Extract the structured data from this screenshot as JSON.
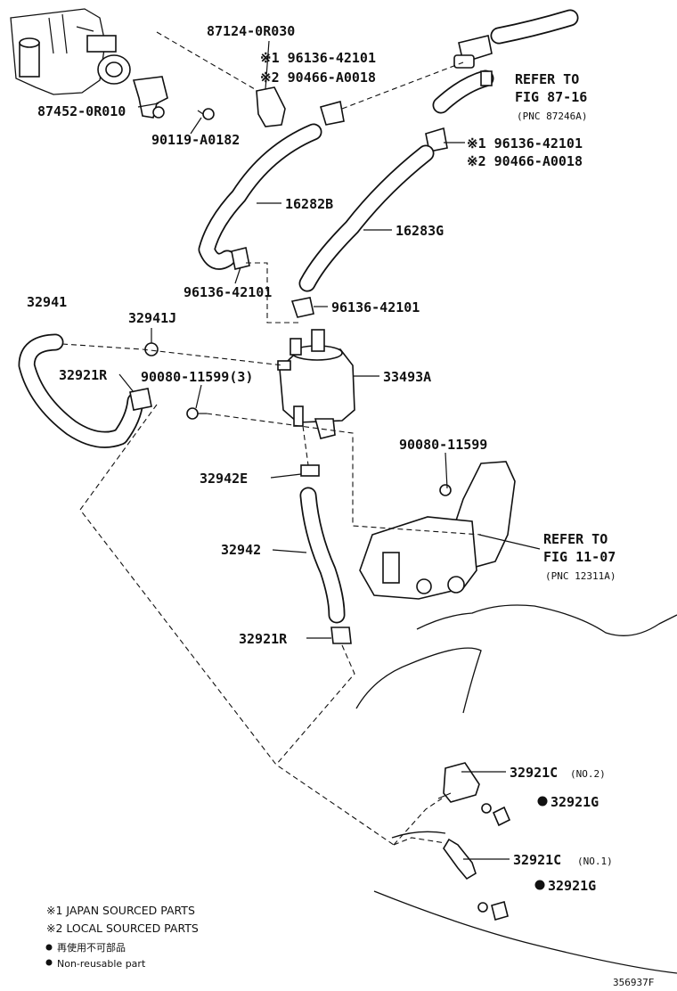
{
  "labels": {
    "p87124": "87124-0R030",
    "p96136_a1": "※1 96136-42101",
    "p90466_a2": "※2 90466-A0018",
    "p87452": "87452-0R010",
    "p90119": "90119-A0182",
    "refer1_l1": "REFER TO",
    "refer1_l2": "FIG 87-16",
    "refer1_pnc": "(PNC 87246A)",
    "p96136_b1": "※1 96136-42101",
    "p90466_b2": "※2 90466-A0018",
    "p16282B": "16282B",
    "p16283G": "16283G",
    "p96136_c": "96136-42101",
    "p96136_d": "96136-42101",
    "p32941": "32941",
    "p32941J": "32941J",
    "p32921R_a": "32921R",
    "p90080_3": "90080-11599(3)",
    "p33493A": "33493A",
    "p90080": "90080-11599",
    "p32942E": "32942E",
    "p32942": "32942",
    "refer2_l1": "REFER TO",
    "refer2_l2": "FIG 11-07",
    "refer2_pnc": "(PNC 12311A)",
    "p32921R_b": "32921R",
    "p32921C_2": "32921C",
    "p32921C_2_note": "(NO.2)",
    "p32921G_a": "32921G",
    "p32921C_1": "32921C",
    "p32921C_1_note": "(NO.1)",
    "p32921G_b": "32921G"
  },
  "legend": {
    "note1": "※1 JAPAN SOURCED PARTS",
    "note2": "※2 LOCAL SOURCED PARTS",
    "bullet_jp": "再使用不可部品",
    "bullet_en": "Non-reusable part"
  },
  "figure_id": "356937F"
}
